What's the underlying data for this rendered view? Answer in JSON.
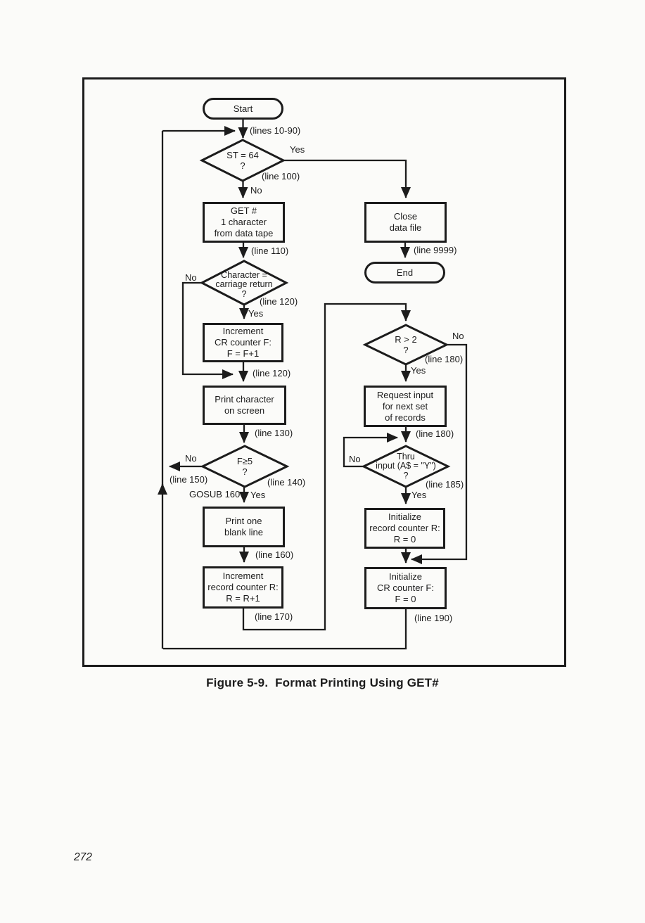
{
  "page": {
    "caption": "Figure 5-9.  Format Printing Using GET#",
    "number": "272"
  },
  "colors": {
    "ink": "#1c1c1c",
    "paper": "#fbfbf9"
  },
  "flowchart": {
    "nodes": {
      "start": {
        "label": "Start"
      },
      "st64": {
        "l1": "ST = 64",
        "l2": "?"
      },
      "get_char": {
        "l1": "GET #",
        "l2": "1 character",
        "l3": "from data tape"
      },
      "close": {
        "l1": "Close",
        "l2": "data file"
      },
      "end": {
        "label": "End"
      },
      "char_cr": {
        "l1": "Character =",
        "l2": "carriage return",
        "l3": "?"
      },
      "inc_cr": {
        "l1": "Increment",
        "l2": "CR counter F:",
        "l3": "F = F+1"
      },
      "print_char": {
        "l1": "Print character",
        "l2": "on screen"
      },
      "f5": {
        "l1": "F≥5",
        "l2": "?"
      },
      "print_blank": {
        "l1": "Print one",
        "l2": "blank line"
      },
      "inc_r": {
        "l1": "Increment",
        "l2": "record counter R:",
        "l3": "R = R+1"
      },
      "r2": {
        "l1": "R > 2",
        "l2": "?"
      },
      "request": {
        "l1": "Request input",
        "l2": "for next set",
        "l3": "of records"
      },
      "thru": {
        "l1": "Thru",
        "l2": "input (A$ = \"Y\")",
        "l3": "?"
      },
      "init_r": {
        "l1": "Initialize",
        "l2": "record counter R:",
        "l3": "R = 0"
      },
      "init_f": {
        "l1": "Initialize",
        "l2": "CR counter F:",
        "l3": "F = 0"
      }
    },
    "labels": {
      "lines_10_90": "(lines 10-90)",
      "yes_st": "Yes",
      "line_100": "(line 100)",
      "no_st": "No",
      "line_110": "(line 110)",
      "no_char": "No",
      "line_120a": "(line 120)",
      "yes_char": "Yes",
      "line_120b": "(line 120)",
      "line_130": "(line 130)",
      "no_f5": "No",
      "line_150": "(line 150)",
      "line_140": "(line 140)",
      "gosub": "GOSUB 160",
      "yes_f5": "Yes",
      "line_160": "(line 160)",
      "line_170": "(line 170)",
      "line_9999": "(line 9999)",
      "no_r2": "No",
      "line_180a": "(line 180)",
      "yes_r2": "Yes",
      "line_180b": "(line 180)",
      "no_thru": "No",
      "line_185": "(line 185)",
      "yes_thru": "Yes",
      "line_190": "(line 190)"
    }
  }
}
